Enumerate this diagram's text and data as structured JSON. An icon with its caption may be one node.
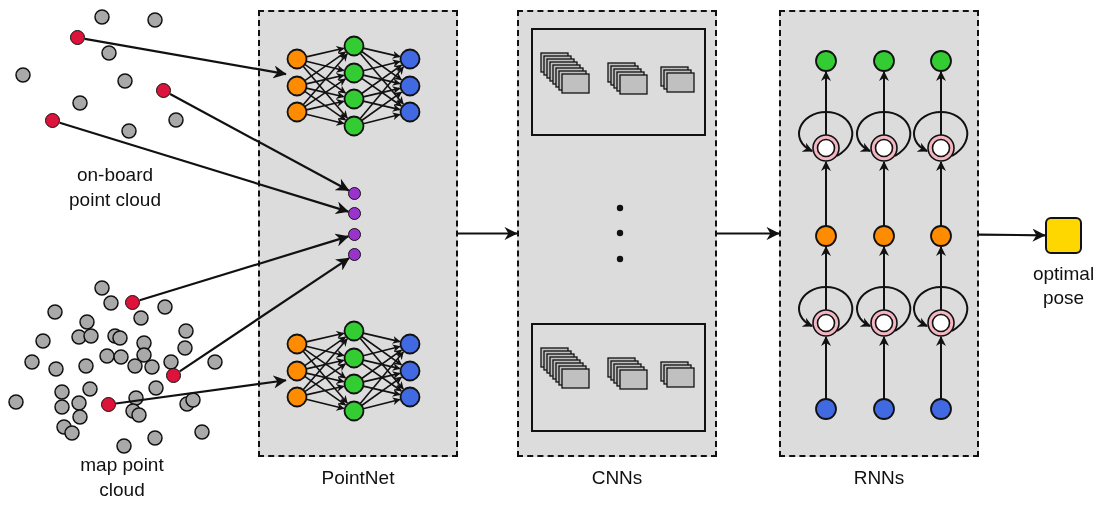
{
  "diagram": {
    "nodes": [
      {
        "text": [],
        "shape": "circle"
      },
      {
        "text": [],
        "shape": "circle"
      },
      {
        "text": [],
        "shape": "circle"
      },
      {
        "text": [],
        "shape": "circle"
      },
      {
        "text": [],
        "shape": "circle"
      },
      {
        "text": [],
        "shape": "circle"
      },
      {
        "text": [
          "PointNet"
        ]
      },
      {
        "text": [],
        "shape": "picture",
        "in": 6
      },
      {
        "text": [],
        "shape": "circle",
        "in": 6
      },
      {
        "text": [],
        "shape": "circle",
        "in": 6
      },
      {
        "text": [],
        "shape": "circle",
        "in": 6
      },
      {
        "text": [],
        "shape": "circle",
        "in": 6
      },
      {
        "text": [],
        "shape": "picture",
        "in": 6
      },
      {
        "text": [
          "CNNs"
        ]
      },
      {
        "text": [],
        "shape": "box",
        "in": 13
      },
      {
        "text": [],
        "shape": "box",
        "in": 13
      },
      {
        "text": [
          "RNNs"
        ]
      },
      {
        "text": [],
        "shape": "box",
        "beside": [
          "optimal pose"
        ]
      }
    ],
    "edges": [
      {
        "from": 0,
        "to": 7,
        "arrow": "to"
      },
      {
        "from": 1,
        "to": 8,
        "arrow": "to"
      },
      {
        "from": 2,
        "to": 9,
        "arrow": "to"
      },
      {
        "from": 3,
        "to": 10,
        "arrow": "to"
      },
      {
        "from": 4,
        "to": 11,
        "arrow": "to"
      },
      {
        "from": 5,
        "to": 12,
        "arrow": "to"
      },
      {
        "from": 6,
        "to": 13,
        "arrow": "to"
      },
      {
        "from": 13,
        "to": 16,
        "arrow": "to"
      },
      {
        "from": 16,
        "to": 17,
        "arrow": "to"
      }
    ],
    "labels": [
      "on-board point cloud",
      "map point cloud"
    ]
  }
}
